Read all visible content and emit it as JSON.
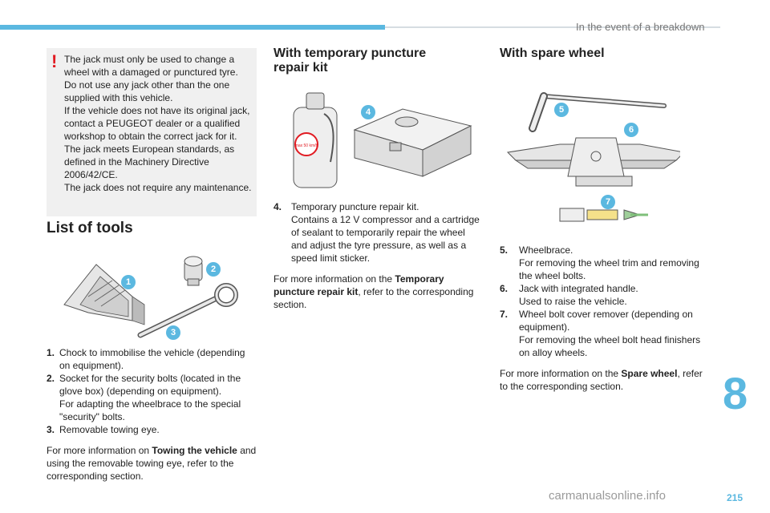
{
  "header": {
    "section_title": "In the event of a breakdown"
  },
  "warning": {
    "icon": "exclamation-icon",
    "lines": [
      "The jack must only be used to change a wheel with a damaged or punctured tyre.",
      "Do not use any jack other than the one supplied with this vehicle.",
      "If the vehicle does not have its original jack, contact a PEUGEOT dealer or a qualified workshop to obtain the correct jack for it.",
      "The jack meets European standards, as defined in the Machinery Directive 2006/42/CE.",
      "The jack does not require any maintenance."
    ]
  },
  "tools": {
    "heading": "List of tools",
    "badges": [
      "1",
      "2",
      "3"
    ],
    "items": [
      {
        "num": "1.",
        "lines": [
          "Chock to immobilise the vehicle (depending on equipment)."
        ]
      },
      {
        "num": "2.",
        "lines": [
          "Socket for the security bolts (located in the glove box) (depending on equipment).",
          "For adapting the wheelbrace to the special \"security\" bolts."
        ]
      },
      {
        "num": "3.",
        "lines": [
          "Removable towing eye."
        ]
      }
    ],
    "more_prefix": "For more information on ",
    "more_bold": "Towing the vehicle",
    "more_suffix": " and using the removable towing eye, refer to the corresponding section."
  },
  "kit": {
    "heading": "With temporary puncture repair kit",
    "badge": "4",
    "bottle_label": "max 50 km/h",
    "items": [
      {
        "num": "4.",
        "lines": [
          "Temporary puncture repair kit.",
          "Contains a 12 V compressor and a cartridge of sealant to temporarily repair the wheel and adjust the tyre pressure, as well as a speed limit sticker."
        ]
      }
    ],
    "more_prefix": "For more information on the ",
    "more_bold": "Temporary puncture repair kit",
    "more_suffix": ", refer to the corresponding section."
  },
  "spare": {
    "heading": "With spare wheel",
    "badges": [
      "5",
      "6",
      "7"
    ],
    "items": [
      {
        "num": "5.",
        "lines": [
          "Wheelbrace.",
          "For removing the wheel trim and removing the wheel bolts."
        ]
      },
      {
        "num": "6.",
        "lines": [
          "Jack with integrated handle.",
          "Used to raise the vehicle."
        ]
      },
      {
        "num": "7.",
        "lines": [
          "Wheel bolt cover remover (depending on equipment).",
          "For removing the wheel bolt head finishers on alloy wheels."
        ]
      }
    ],
    "more_prefix": "For more information on the ",
    "more_bold": "Spare wheel",
    "more_suffix": ", refer to the corresponding section."
  },
  "chapter_number": "8",
  "page_number": "215",
  "watermark": "carmanualsonline.info",
  "colors": {
    "accent": "#5bb8e0",
    "warning": "#e11b22"
  }
}
